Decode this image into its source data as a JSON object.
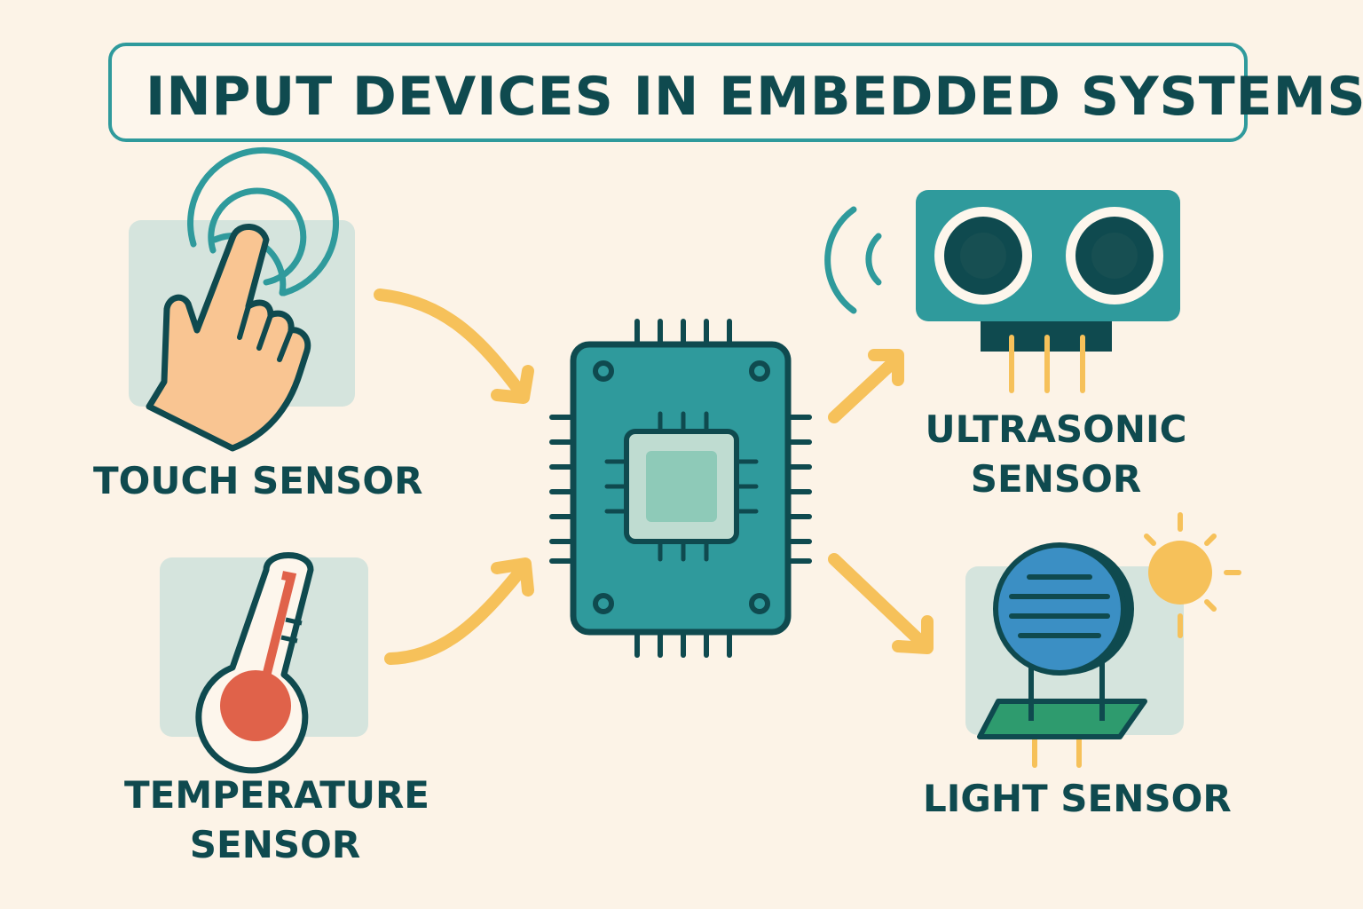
{
  "title": "INPUT DEVICES IN EMBEDDED SYSTEMS",
  "labels": {
    "touch": "TOUCH SENSOR",
    "temperature_line1": "TEMPERATURE",
    "temperature_line2": "SENSOR",
    "ultrasonic_line1": "ULTRASONIC",
    "ultrasonic_line2": "SENSOR",
    "light": "LIGHT SENSOR"
  },
  "colors": {
    "background": "#fcf3e7",
    "teal": "#2f9a9c",
    "dark_teal": "#0f4a4f",
    "arrow": "#f6c15a",
    "thermometer_red": "#e0624a",
    "light_sensor_blue": "#3b8fc4",
    "light_sensor_board": "#2e9b6e",
    "skin": "#f9c592"
  },
  "icons": [
    "hand-touch-icon",
    "thermometer-icon",
    "microcontroller-chip-icon",
    "ultrasonic-sensor-icon",
    "photoresistor-icon",
    "sun-icon"
  ]
}
